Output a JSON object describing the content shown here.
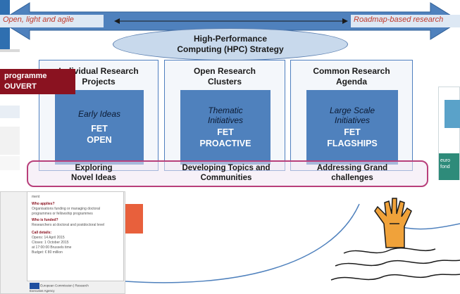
{
  "arrow": {
    "left_label": "Open, light and agile",
    "right_label": "Roadmap-based research"
  },
  "strategy": {
    "line1": "High-Performance",
    "line2": "Computing (HPC) Strategy"
  },
  "columns": [
    {
      "title_line1": "Individual Research",
      "title_line2": "Projects",
      "italic": "Early Ideas",
      "italic2": "",
      "big1": "FET",
      "big2": "OPEN",
      "bottom1": "Exploring",
      "bottom2": "Novel Ideas"
    },
    {
      "title_line1": "Open Research",
      "title_line2": "Clusters",
      "italic": "Thematic",
      "italic2": "Initiatives",
      "big1": "FET",
      "big2": "PROACTIVE",
      "bottom1": "Developing Topics and",
      "bottom2": "Communities"
    },
    {
      "title_line1": "Common Research",
      "title_line2": "Agenda",
      "italic": "Large Scale",
      "italic2": "Initiatives",
      "big1": "FET",
      "big2": "FLAGSHIPS",
      "bottom1": "Addressing Grand",
      "bottom2": "challenges"
    }
  ],
  "badge": {
    "line1": "programme",
    "line2": "OUVERT"
  },
  "brochure": {
    "line1": "ment",
    "who_applies": "Who applies?",
    "who_applies_text": "Organisations funding or managing doctoral programmes or fellowship programmes",
    "who_funded": "Who is funded?",
    "who_funded_text": "Researchers at doctoral and postdoctoral level",
    "call_details": "Call details:",
    "opens": "Opens: 14 April 2015",
    "closes": "Closes: 1 October 2015",
    "time": "at 17:00:00 Brussels time",
    "budget": "Budget: € 80 million",
    "eu_text": "European Commission | Research Executive Agency"
  },
  "right_card": {
    "line1": "euro",
    "line2": "fond"
  },
  "colors": {
    "arrow_fill": "#4f81bd",
    "inner_box": "#4f81bd",
    "pink_border": "#b83f7a",
    "badge": "#8a1220",
    "label_red": "#c0392b"
  }
}
